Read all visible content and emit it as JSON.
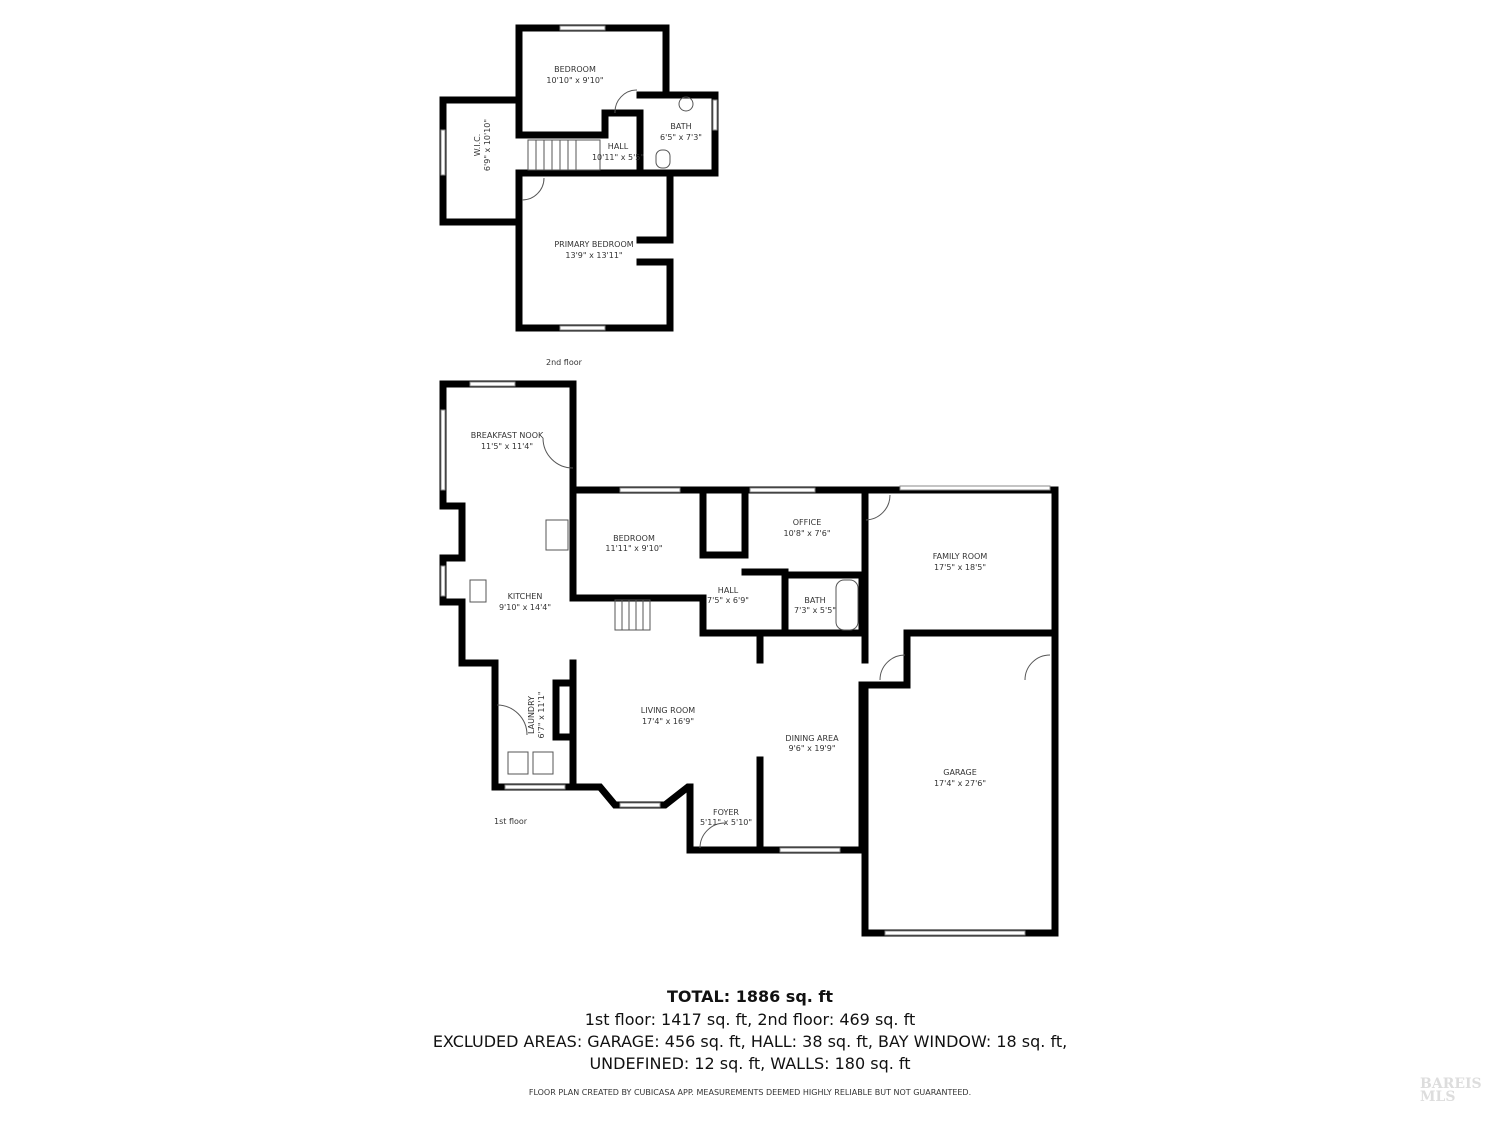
{
  "floors": {
    "second": {
      "label": "2nd floor",
      "rooms": [
        {
          "name": "BEDROOM",
          "dims": "10'10\" x 9'10\""
        },
        {
          "name": "BATH",
          "dims": "6'5\" x 7'3\""
        },
        {
          "name": "HALL",
          "dims": "10'11\" x 5'5\""
        },
        {
          "name": "W.I.C.",
          "dims": "6'9\" x 10'10\""
        },
        {
          "name": "PRIMARY BEDROOM",
          "dims": "13'9\" x 13'11\""
        }
      ]
    },
    "first": {
      "label": "1st floor",
      "rooms": [
        {
          "name": "BREAKFAST NOOK",
          "dims": "11'5\" x 11'4\""
        },
        {
          "name": "KITCHEN",
          "dims": "9'10\" x 14'4\""
        },
        {
          "name": "BEDROOM",
          "dims": "11'11\" x 9'10\""
        },
        {
          "name": "OFFICE",
          "dims": "10'8\" x 7'6\""
        },
        {
          "name": "HALL",
          "dims": "7'5\" x 6'9\""
        },
        {
          "name": "BATH",
          "dims": "7'3\" x 5'5\""
        },
        {
          "name": "FAMILY ROOM",
          "dims": "17'5\" x 18'5\""
        },
        {
          "name": "LAUNDRY",
          "dims": "6'7\" x 11'1\""
        },
        {
          "name": "LIVING ROOM",
          "dims": "17'4\" x 16'9\""
        },
        {
          "name": "DINING AREA",
          "dims": "9'6\" x 19'9\""
        },
        {
          "name": "FOYER",
          "dims": "5'11\" x 5'10\""
        },
        {
          "name": "GARAGE",
          "dims": "17'4\" x 27'6\""
        }
      ]
    }
  },
  "summary": {
    "total": "TOTAL: 1886 sq. ft",
    "line1": "1st floor: 1417 sq. ft, 2nd floor: 469 sq. ft",
    "line2": "EXCLUDED AREAS: GARAGE: 456 sq. ft, HALL: 38 sq. ft, BAY WINDOW: 18 sq. ft,",
    "line3": "UNDEFINED: 12 sq. ft, WALLS: 180 sq. ft"
  },
  "footer": "FLOOR PLAN CREATED BY CUBICASA APP. MEASUREMENTS DEEMED HIGHLY RELIABLE BUT NOT GUARANTEED.",
  "logo": "BAREIS MLS"
}
